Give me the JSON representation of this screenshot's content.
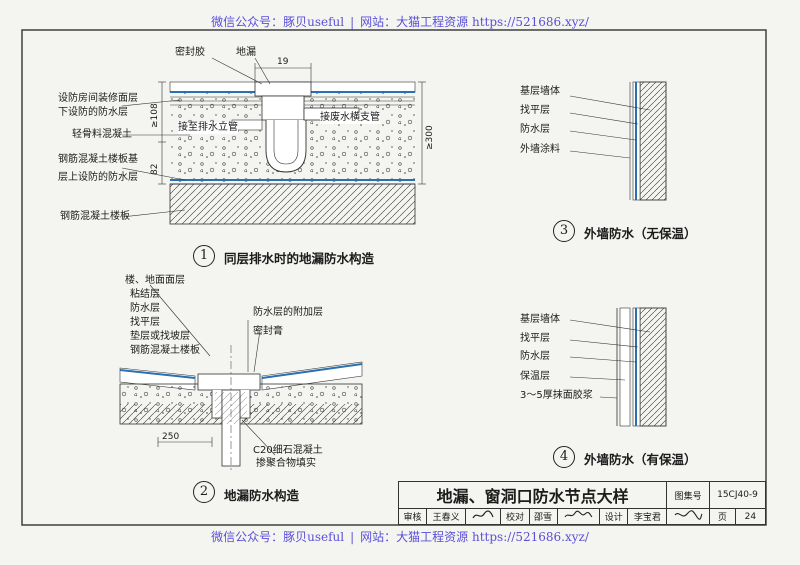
{
  "watermark": {
    "wechat": "微信公众号：豚贝useful",
    "sep": "|",
    "site": "网站：大猫工程资源 https://521686.xyz/"
  },
  "detail1": {
    "labels": {
      "sealant": "密封胶",
      "floor_drain": "地漏",
      "room_finish_1": "设防房间装修面层",
      "room_finish_2": "下设防的防水层",
      "light_concrete": "轻骨料混凝土",
      "slab_base_1": "钢筋混凝土楼板基",
      "slab_base_2": "层上设防的防水层",
      "rc_slab": "钢筋混凝土楼板",
      "to_riser": "接至排水立管",
      "to_branch": "接废水横支管"
    },
    "dims": {
      "width": "19",
      "d108": "≥108",
      "d82": "82",
      "d300": "≥300"
    },
    "number": "1",
    "caption": "同层排水时的地漏防水构造"
  },
  "detail2": {
    "labels": {
      "floor_finish": "楼、地面面层",
      "bond": "粘结层",
      "waterproof": "防水层",
      "leveling": "找平层",
      "slope": "垫层或找坡层",
      "rc_slab": "钢筋混凝土楼板",
      "additional": "防水层的附加层",
      "sealant": "密封膏",
      "fill_1": "C20细石混凝土",
      "fill_2": "掺聚合物填实"
    },
    "dims": {
      "w250": "250"
    },
    "number": "2",
    "caption": "地漏防水构造"
  },
  "detail3": {
    "labels": {
      "base_wall": "基层墙体",
      "leveling": "找平层",
      "waterproof": "防水层",
      "coating": "外墙涂料"
    },
    "number": "3",
    "caption": "外墙防水（无保温）"
  },
  "detail4": {
    "labels": {
      "base_wall": "基层墙体",
      "leveling": "找平层",
      "waterproof": "防水层",
      "insulation": "保温层",
      "plaster": "3～5厚抹面胶浆"
    },
    "number": "4",
    "caption": "外墙防水（有保温）"
  },
  "title_block": {
    "title": "地漏、窗洞口防水节点大样",
    "atlas_label": "图集号",
    "atlas_no": "15CJ40-9",
    "review_label": "审核",
    "reviewer": "王春义",
    "check_label": "校对",
    "checker": "邵雪",
    "design_label": "设计",
    "designer": "李宝君",
    "page_label": "页",
    "page_no": "24"
  }
}
